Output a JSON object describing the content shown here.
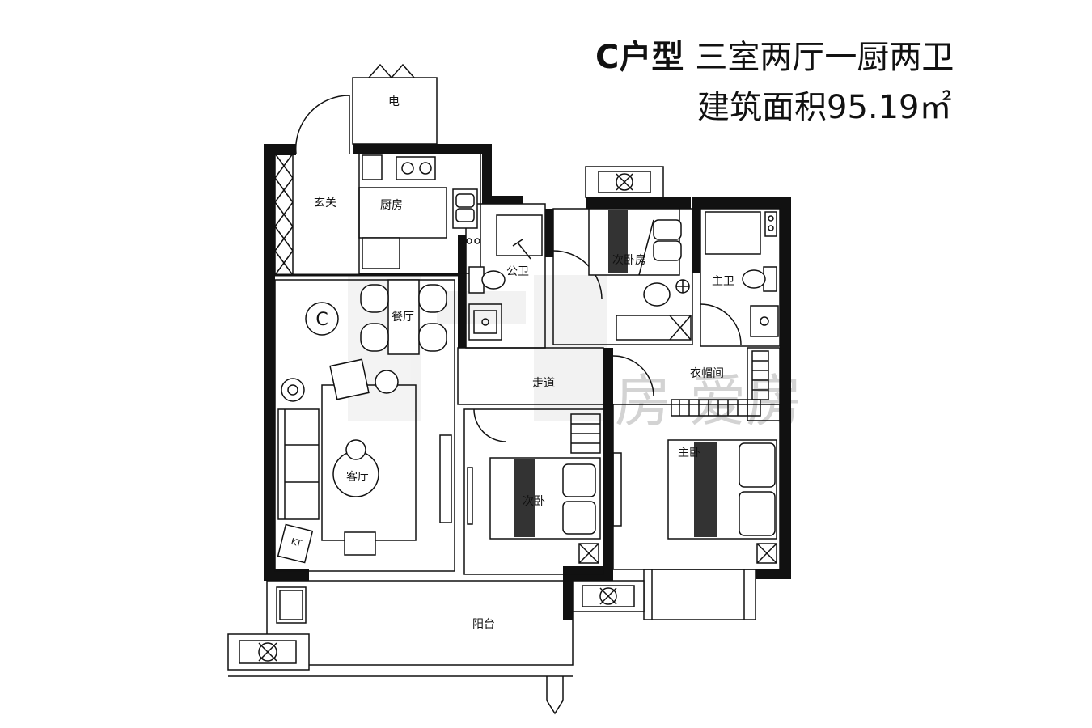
{
  "header": {
    "unit_code": "C户型",
    "layout": "三室两厅一厨两卫",
    "area_text": "建筑面积95.19㎡"
  },
  "rooms": {
    "electric": "电",
    "entrance": "玄关",
    "kitchen": "厨房",
    "dining": "餐厅",
    "living": "客厅",
    "public_bath": "公卫",
    "second_bedroom": "次卧房",
    "master_bath": "主卫",
    "corridor": "走道",
    "walk_in_closet": "衣帽间",
    "third_bedroom": "次卧",
    "master_bedroom": "主卧",
    "balcony": "阳台"
  },
  "plan_marker": "C",
  "ac_label": "KT",
  "watermark": "房 爱房"
}
